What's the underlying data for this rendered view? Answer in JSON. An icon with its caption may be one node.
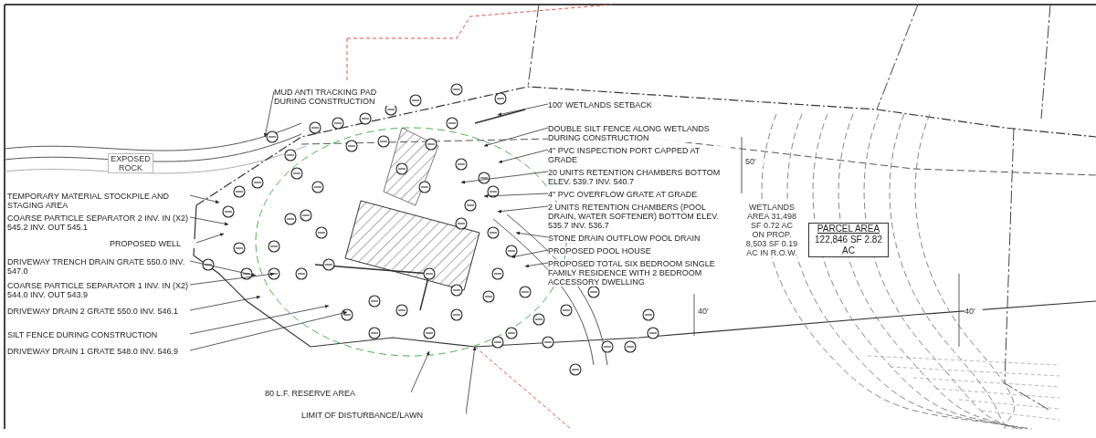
{
  "diagram": {
    "nodes": [
      {
        "text": [
          "MUD ANTI TRACKING PAD DURING CONSTRUCTION"
        ]
      },
      {
        "text": [
          "TEMPORARY MATERIAL STOCKPILE AND STAGING AREA"
        ]
      },
      {
        "text": [
          "COARSE PARTICLE SEPARATOR 2 INV. IN (X2) 545.2 INV. OUT 545.1"
        ]
      },
      {
        "text": [
          "PROPOSED WELL"
        ]
      },
      {
        "text": [
          "DRIVEWAY TRENCH DRAIN GRATE 550.0 INV. 547.0"
        ]
      },
      {
        "text": [
          "COARSE PARTICLE SEPARATOR 1 INV. IN (X2) 544.0 INV. OUT 543.9"
        ]
      },
      {
        "text": [
          "DRIVEWAY DRAIN 2 GRATE 550.0 INV. 546.1"
        ]
      },
      {
        "text": [
          "SILT FENCE DURING CONSTRUCTION"
        ]
      },
      {
        "text": [
          "DRIVEWAY DRAIN 1 GRATE 548.0 INV. 546.9"
        ]
      },
      {
        "text": [
          "80 L.F. RESERVE AREA"
        ]
      },
      {
        "text": [
          "LIMIT OF DISTURBANCE/LAWN"
        ]
      },
      {
        "text": [
          "100' WETLANDS SETBACK"
        ]
      },
      {
        "text": [
          "DOUBLE SILT FENCE ALONG WETLANDS DURING CONSTRUCTION"
        ]
      },
      {
        "text": [
          "4\" PVC INSPECTION PORT CAPPED AT GRADE"
        ]
      },
      {
        "text": [
          "20 UNITS RETENTION CHAMBERS BOTTOM ELEV. 539.7 INV. 540.7"
        ]
      },
      {
        "text": [
          "4\" PVC OVERFLOW GRATE AT GRADE"
        ]
      },
      {
        "text": [
          "2 UNITS RETENTION CHAMBERS (POOL DRAIN, WATER SOFTENER) BOTTOM ELEV. 535.7 INV. 536.7"
        ]
      },
      {
        "text": [
          "STONE DRAIN OUTFLOW POOL DRAIN"
        ]
      },
      {
        "text": [
          "PROPOSED POOL HOUSE"
        ]
      },
      {
        "text": [
          "PROPOSED TOTAL SIX BEDROOM SINGLE FAMILY RESIDENCE WITH 2 BEDROOM ACCESSORY DWELLING"
        ]
      },
      {
        "text": [
          "PARCEL AREA",
          "122,846 SF 2.82 AC"
        ]
      }
    ],
    "edges": [
      {
        "from": 0,
        "to": null,
        "arrow": "to"
      },
      {
        "from": 1,
        "to": null,
        "arrow": "to"
      },
      {
        "from": 2,
        "to": null,
        "arrow": "to"
      },
      {
        "from": 3,
        "to": null,
        "arrow": "to"
      },
      {
        "from": 4,
        "to": null,
        "arrow": "to"
      },
      {
        "from": 5,
        "to": null,
        "arrow": "to"
      },
      {
        "from": 6,
        "to": null,
        "arrow": "to"
      },
      {
        "from": 7,
        "to": null,
        "arrow": "to"
      },
      {
        "from": 8,
        "to": null,
        "arrow": "to"
      },
      {
        "from": 9,
        "to": null,
        "arrow": "to"
      },
      {
        "from": 10,
        "to": null,
        "arrow": "to"
      },
      {
        "from": 11,
        "to": null,
        "arrow": "to"
      },
      {
        "from": 12,
        "to": null,
        "arrow": "to"
      },
      {
        "from": 13,
        "to": null,
        "arrow": "to"
      },
      {
        "from": 14,
        "to": null,
        "arrow": "to"
      },
      {
        "from": 15,
        "to": null,
        "arrow": "to"
      },
      {
        "from": 16,
        "to": null,
        "arrow": "to"
      },
      {
        "from": 17,
        "to": null,
        "arrow": "to"
      },
      {
        "from": 18,
        "to": null,
        "arrow": "to"
      },
      {
        "from": 19,
        "to": null,
        "arrow": "to"
      }
    ],
    "labels": [
      "EXPOSED ROCK",
      "WETLANDS AREA 31,498 SF 0.72 AC ON PROP. 8,503 SF 0.19 AC IN R.O.W.",
      "50'",
      "40'",
      "40'"
    ]
  }
}
